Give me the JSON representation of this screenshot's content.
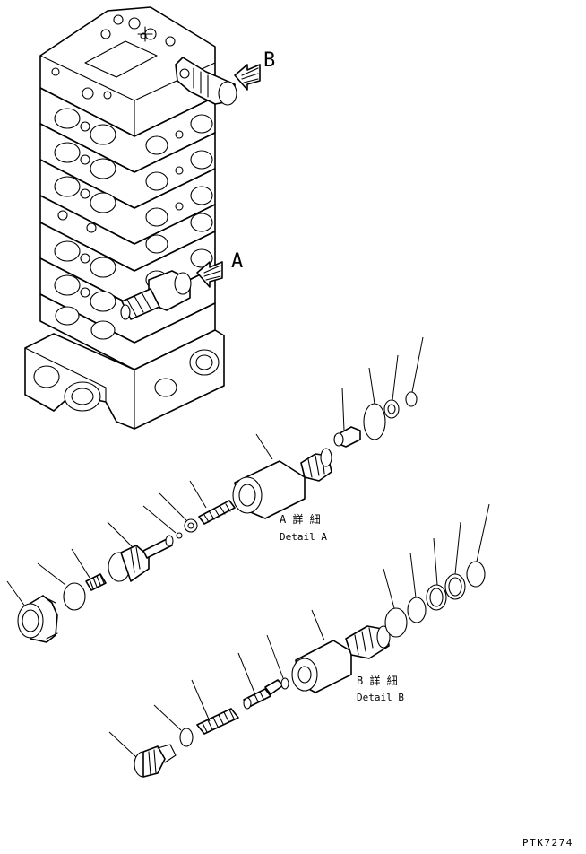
{
  "callouts": {
    "a": "A",
    "b": "B"
  },
  "details": {
    "a": {
      "jp": "A 詳 細",
      "en": "Detail A"
    },
    "b": {
      "jp": "B 詳 細",
      "en": "Detail B"
    }
  },
  "drawing_code": "PTK7274",
  "colors": {
    "line": "#000000",
    "background": "#ffffff"
  },
  "icons": [
    "callout-arrow-icon"
  ]
}
